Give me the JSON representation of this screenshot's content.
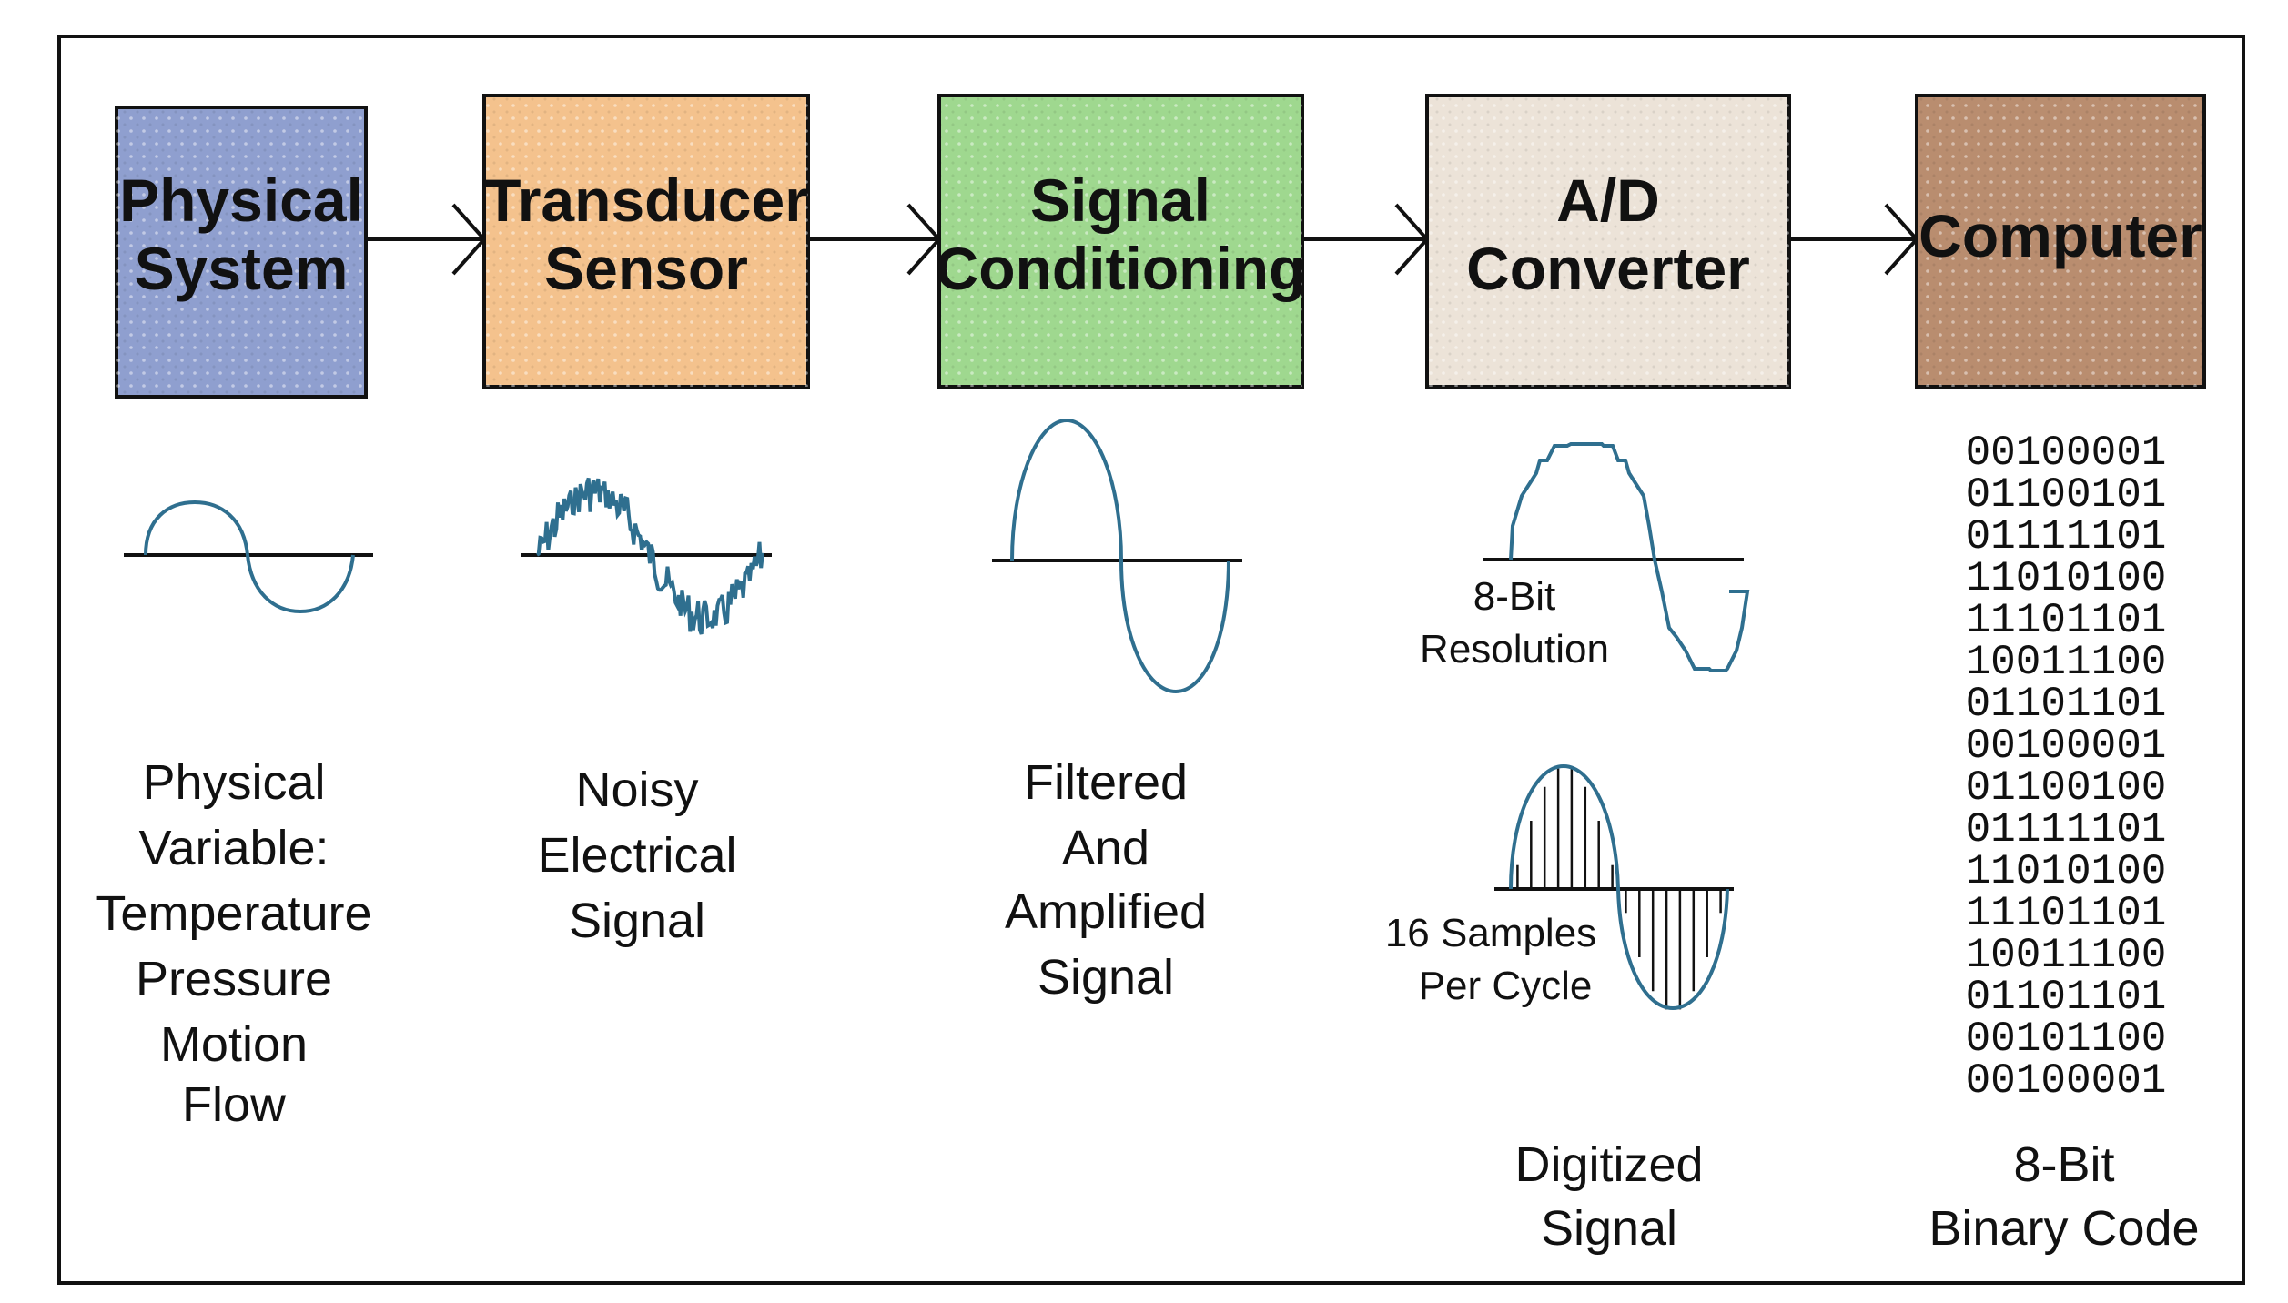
{
  "blocks": [
    {
      "id": "physical-system",
      "lines": [
        "Physical",
        "System"
      ],
      "color": "#8f9fcf"
    },
    {
      "id": "transducer-sensor",
      "lines": [
        "Transducer",
        "Sensor"
      ],
      "color": "#f4c28d"
    },
    {
      "id": "signal-conditioning",
      "lines": [
        "Signal",
        "Conditioning"
      ],
      "color": "#9fd88f"
    },
    {
      "id": "ad-converter",
      "lines": [
        "A/D",
        "Converter"
      ],
      "color": "#ece3d8"
    },
    {
      "id": "computer",
      "lines": [
        "Computer"
      ],
      "color": "#b98d6f"
    }
  ],
  "captions": {
    "physical": [
      "Physical",
      "Variable:",
      "Temperature",
      "Pressure",
      "Motion",
      "Flow"
    ],
    "noisy": [
      "Noisy",
      "Electrical",
      "Signal"
    ],
    "filtered": [
      "Filtered",
      "And",
      "Amplified",
      "Signal"
    ],
    "digitized": [
      "Digitized",
      "Signal"
    ],
    "binary_code": [
      "8-Bit",
      "Binary Code"
    ]
  },
  "converter_notes": {
    "resolution": [
      "8-Bit",
      "Resolution"
    ],
    "samples": [
      "16 Samples",
      "Per Cycle"
    ]
  },
  "binary_lines": [
    "00100001",
    "01100101",
    "01111101",
    "11010100",
    "11101101",
    "10011100",
    "01101101",
    "00100001",
    "01100100",
    "01111101",
    "11010100",
    "11101101",
    "10011100",
    "01101101",
    "00101100",
    "00100001"
  ]
}
